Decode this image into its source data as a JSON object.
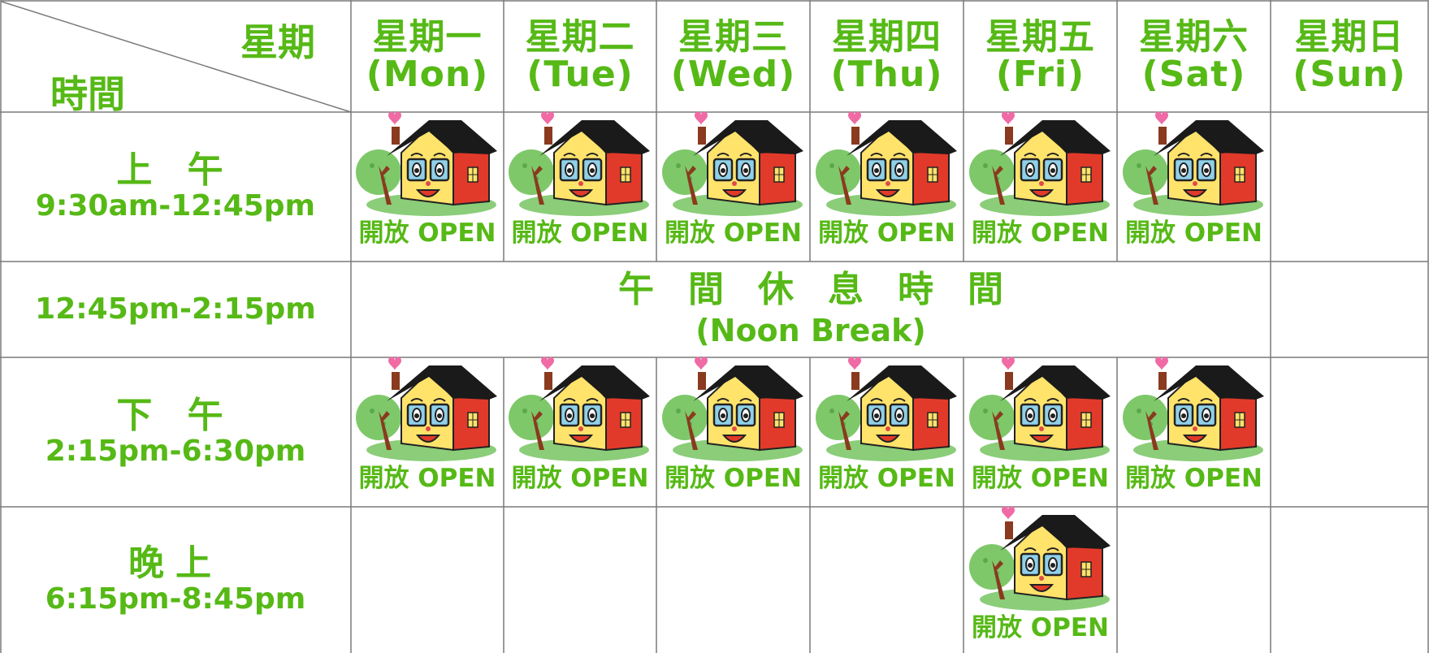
{
  "corner": {
    "day_label": "星期",
    "time_label": "時間"
  },
  "days": [
    {
      "zh": "星期一",
      "en": "(Mon)"
    },
    {
      "zh": "星期二",
      "en": "(Tue)"
    },
    {
      "zh": "星期三",
      "en": "(Wed)"
    },
    {
      "zh": "星期四",
      "en": "(Thu)"
    },
    {
      "zh": "星期五",
      "en": "(Fri)"
    },
    {
      "zh": "星期六",
      "en": "(Sat)"
    },
    {
      "zh": "星期日",
      "en": "(Sun)"
    }
  ],
  "rows": [
    {
      "name": "上 午",
      "range": "9:30am-12:45pm",
      "open": [
        true,
        true,
        true,
        true,
        true,
        true,
        false
      ]
    },
    {
      "name": "",
      "range": "12:45pm-2:15pm",
      "open": [
        false,
        false,
        false,
        false,
        false,
        false,
        false
      ]
    },
    {
      "name": "下 午",
      "range": "2:15pm-6:30pm",
      "open": [
        true,
        true,
        true,
        true,
        true,
        true,
        false
      ]
    },
    {
      "name": "晚上",
      "range": "6:15pm-8:45pm",
      "open": [
        false,
        false,
        false,
        false,
        true,
        false,
        false
      ]
    }
  ],
  "noon_break": {
    "zh": "午間休息時間",
    "en": "(Noon Break)"
  },
  "open_label": "開放 OPEN",
  "colors": {
    "text_green": "#56b916",
    "grid_line": "#7a7a7a",
    "house_yellow": "#ffe36b",
    "house_red": "#e23a2a",
    "roof_black": "#1a1a1a",
    "tree_green": "#7ec86a",
    "heart_pink": "#f06aa5"
  },
  "icons": {
    "house": "house-icon",
    "heart": "heart-icon",
    "tree": "tree-icon"
  }
}
